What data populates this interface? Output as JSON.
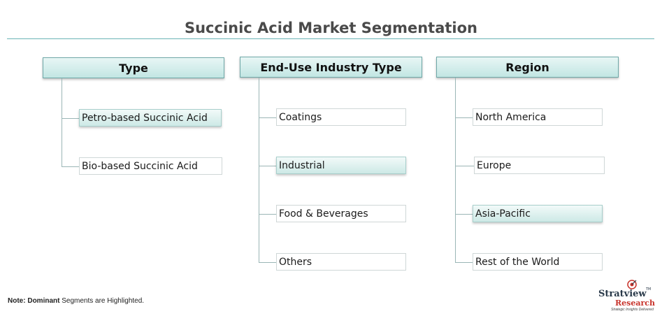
{
  "title": "Succinic Acid Market Segmentation",
  "columns": [
    {
      "header": "Type",
      "items": [
        {
          "label": "Petro-based Succinic Acid",
          "highlighted": true
        },
        {
          "label": "Bio-based Succinic Acid",
          "highlighted": false
        }
      ]
    },
    {
      "header": "End-Use Industry Type",
      "items": [
        {
          "label": "Coatings",
          "highlighted": false
        },
        {
          "label": "Industrial",
          "highlighted": true
        },
        {
          "label": "Food & Beverages",
          "highlighted": false
        },
        {
          "label": "Others",
          "highlighted": false
        }
      ]
    },
    {
      "header": "Region",
      "items": [
        {
          "label": "North America",
          "highlighted": false
        },
        {
          "label": "Europe",
          "highlighted": false
        },
        {
          "label": "Asia-Pacific",
          "highlighted": true
        },
        {
          "label": "Rest of the World",
          "highlighted": false
        }
      ]
    }
  ],
  "note": {
    "prefix": "Note:",
    "bold": "Dominant",
    "rest": "Segments are Highlighted."
  },
  "logo": {
    "name": "Stratview",
    "trademark": "TM",
    "sub": "Research",
    "tagline": "Strategic Insights Delivered"
  },
  "colors": {
    "accent": "#6ab3b5",
    "header_fill": "#c2e6e3",
    "highlight_fill": "#cde9e6",
    "title_text": "#4a4a4a",
    "logo_red": "#c8332b"
  }
}
